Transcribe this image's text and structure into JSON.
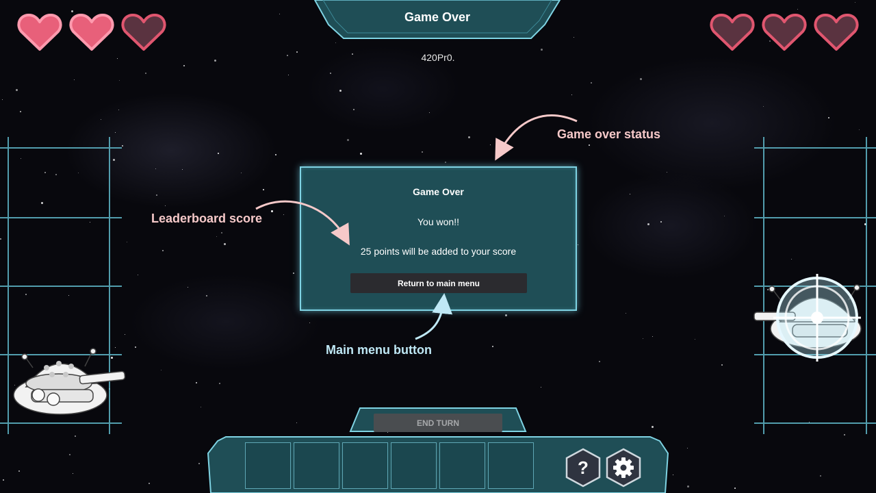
{
  "hud": {
    "title": "Game Over",
    "player_name": "420Pr0.",
    "player_lives": [
      {
        "state": "full"
      },
      {
        "state": "full"
      },
      {
        "state": "empty"
      }
    ],
    "opponent_lives": [
      {
        "state": "empty"
      },
      {
        "state": "empty"
      },
      {
        "state": "empty"
      }
    ],
    "end_turn_label": "END TURN",
    "card_slots": 6,
    "help_icon": "question-icon",
    "settings_icon": "gear-icon"
  },
  "dialog": {
    "title": "Game Over",
    "result": "You won!!",
    "points_message": "25 points will be added to your score",
    "menu_button_label": "Return to main menu"
  },
  "annotations": {
    "game_over_status": "Game over status",
    "leaderboard_score": "Leaderboard score",
    "main_menu_button": "Main menu button"
  },
  "colors": {
    "panel": "#1f4e56",
    "panel_border": "#7fd3e3",
    "heart_full": "#e8607a",
    "heart_empty": "#5a3340",
    "annotation_pink": "#f6c9c9",
    "annotation_blue": "#bfe8f5",
    "grid": "#5fb7c9"
  }
}
